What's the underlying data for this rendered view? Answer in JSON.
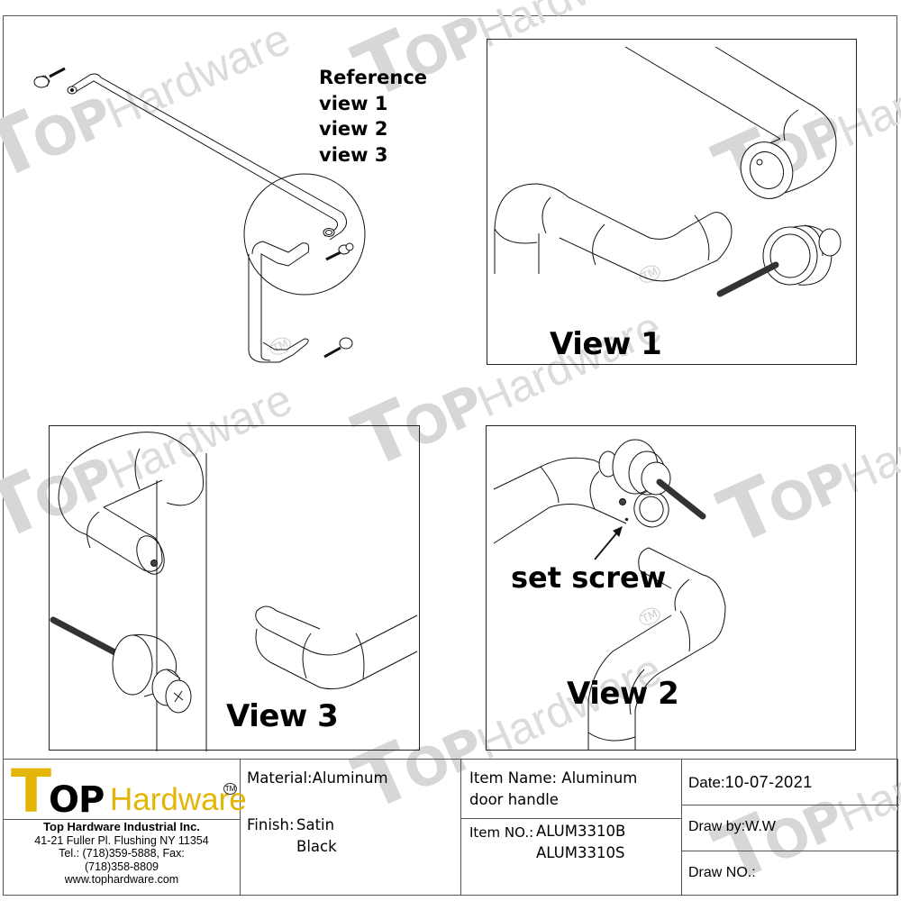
{
  "watermark": {
    "mark": "T",
    "mark_op": "OP",
    "text": "Hardware",
    "tm": "TM",
    "color": "#d7d7d7"
  },
  "reference": {
    "title": "Reference",
    "items": [
      "view 1",
      "view 2",
      "view 3"
    ]
  },
  "views": {
    "view1": {
      "label": "View 1"
    },
    "view2": {
      "label": "View 2",
      "callout": "set screw"
    },
    "view3": {
      "label": "View 3"
    }
  },
  "title_block": {
    "logo": {
      "mark": "T",
      "mark_op": "OP",
      "text": "Hardware",
      "tm": "TM",
      "gold_color": "#e3b505"
    },
    "company": {
      "name": "Top Hardware Industrial Inc.",
      "address": "41-21 Fuller Pl. Flushing NY 11354",
      "tel": "Tel.: (718)359-5888,  Fax:",
      "fax": "(718)358-8809",
      "website": "www.tophardware.com"
    },
    "material": {
      "label": "Material:",
      "value": "Aluminum"
    },
    "finish": {
      "label": "Finish:",
      "value_line1": "Satin",
      "value_line2": "Black"
    },
    "item_name": {
      "label": "Item Name:",
      "value_line1": "Aluminum",
      "value_line2": "door handle"
    },
    "item_no": {
      "label": "Item NO.:",
      "value_line1": "ALUM3310B",
      "value_line2": "ALUM3310S"
    },
    "date": {
      "label": "Date:",
      "value": "10-07-2021"
    },
    "draw_by": {
      "label": "Draw by:",
      "value": "W.W"
    },
    "draw_no": {
      "label": "Draw NO.:",
      "value": ""
    }
  }
}
